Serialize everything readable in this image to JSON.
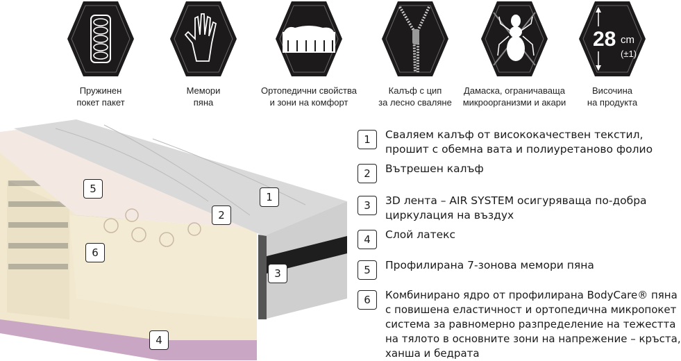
{
  "features": [
    {
      "icon": "spring-icon",
      "label_line1": "Пружинен",
      "label_line2": "покет пакет"
    },
    {
      "icon": "hand-icon",
      "label_line1": "Мемори",
      "label_line2": "пяна"
    },
    {
      "icon": "body-support-icon",
      "label_line1": "Ортопедични свойства",
      "label_line2": "и зони на комфорт"
    },
    {
      "icon": "zipper-icon",
      "label_line1": "Калъф с цип",
      "label_line2": "за лесно сваляне"
    },
    {
      "icon": "mite-icon",
      "label_line1": "Дамаска, ограничаваща",
      "label_line2": "микроорганизми и акари"
    },
    {
      "icon": "height-icon",
      "label_line1": "Височина",
      "label_line2": "на продукта",
      "height_value": "28",
      "height_unit": "cm",
      "height_tolerance": "(±1)"
    }
  ],
  "callouts": [
    "5",
    "2",
    "1",
    "6",
    "3",
    "4"
  ],
  "layers": [
    {
      "number": "1",
      "text": "Сваляем калъф от висококачествен текстил, прошит с обемна вата и полиуретаново фолио"
    },
    {
      "number": "2",
      "text": "Вътрешен калъф"
    },
    {
      "number": "3",
      "text": "3D лента – AIR SYSTEM осигуряваща по-добра циркулация на въздух"
    },
    {
      "number": "4",
      "text": "Слой латекс"
    },
    {
      "number": "5",
      "text": "Профилирана 7-зонова мемори пяна"
    },
    {
      "number": "6",
      "text": "Комбинирано ядро от профилирана BodyCare® пяна с повишена еластичност и ортопедична микропокет система за равномерно разпределение на тежестта на тялото в основните зони на напрежение – кръста, ханша и бедрата"
    }
  ],
  "colors": {
    "icon_bg": "#1c1a1a",
    "foam": "#f1e8cf",
    "latex": "#e2c2dc",
    "cover": "#d9d9d9"
  }
}
